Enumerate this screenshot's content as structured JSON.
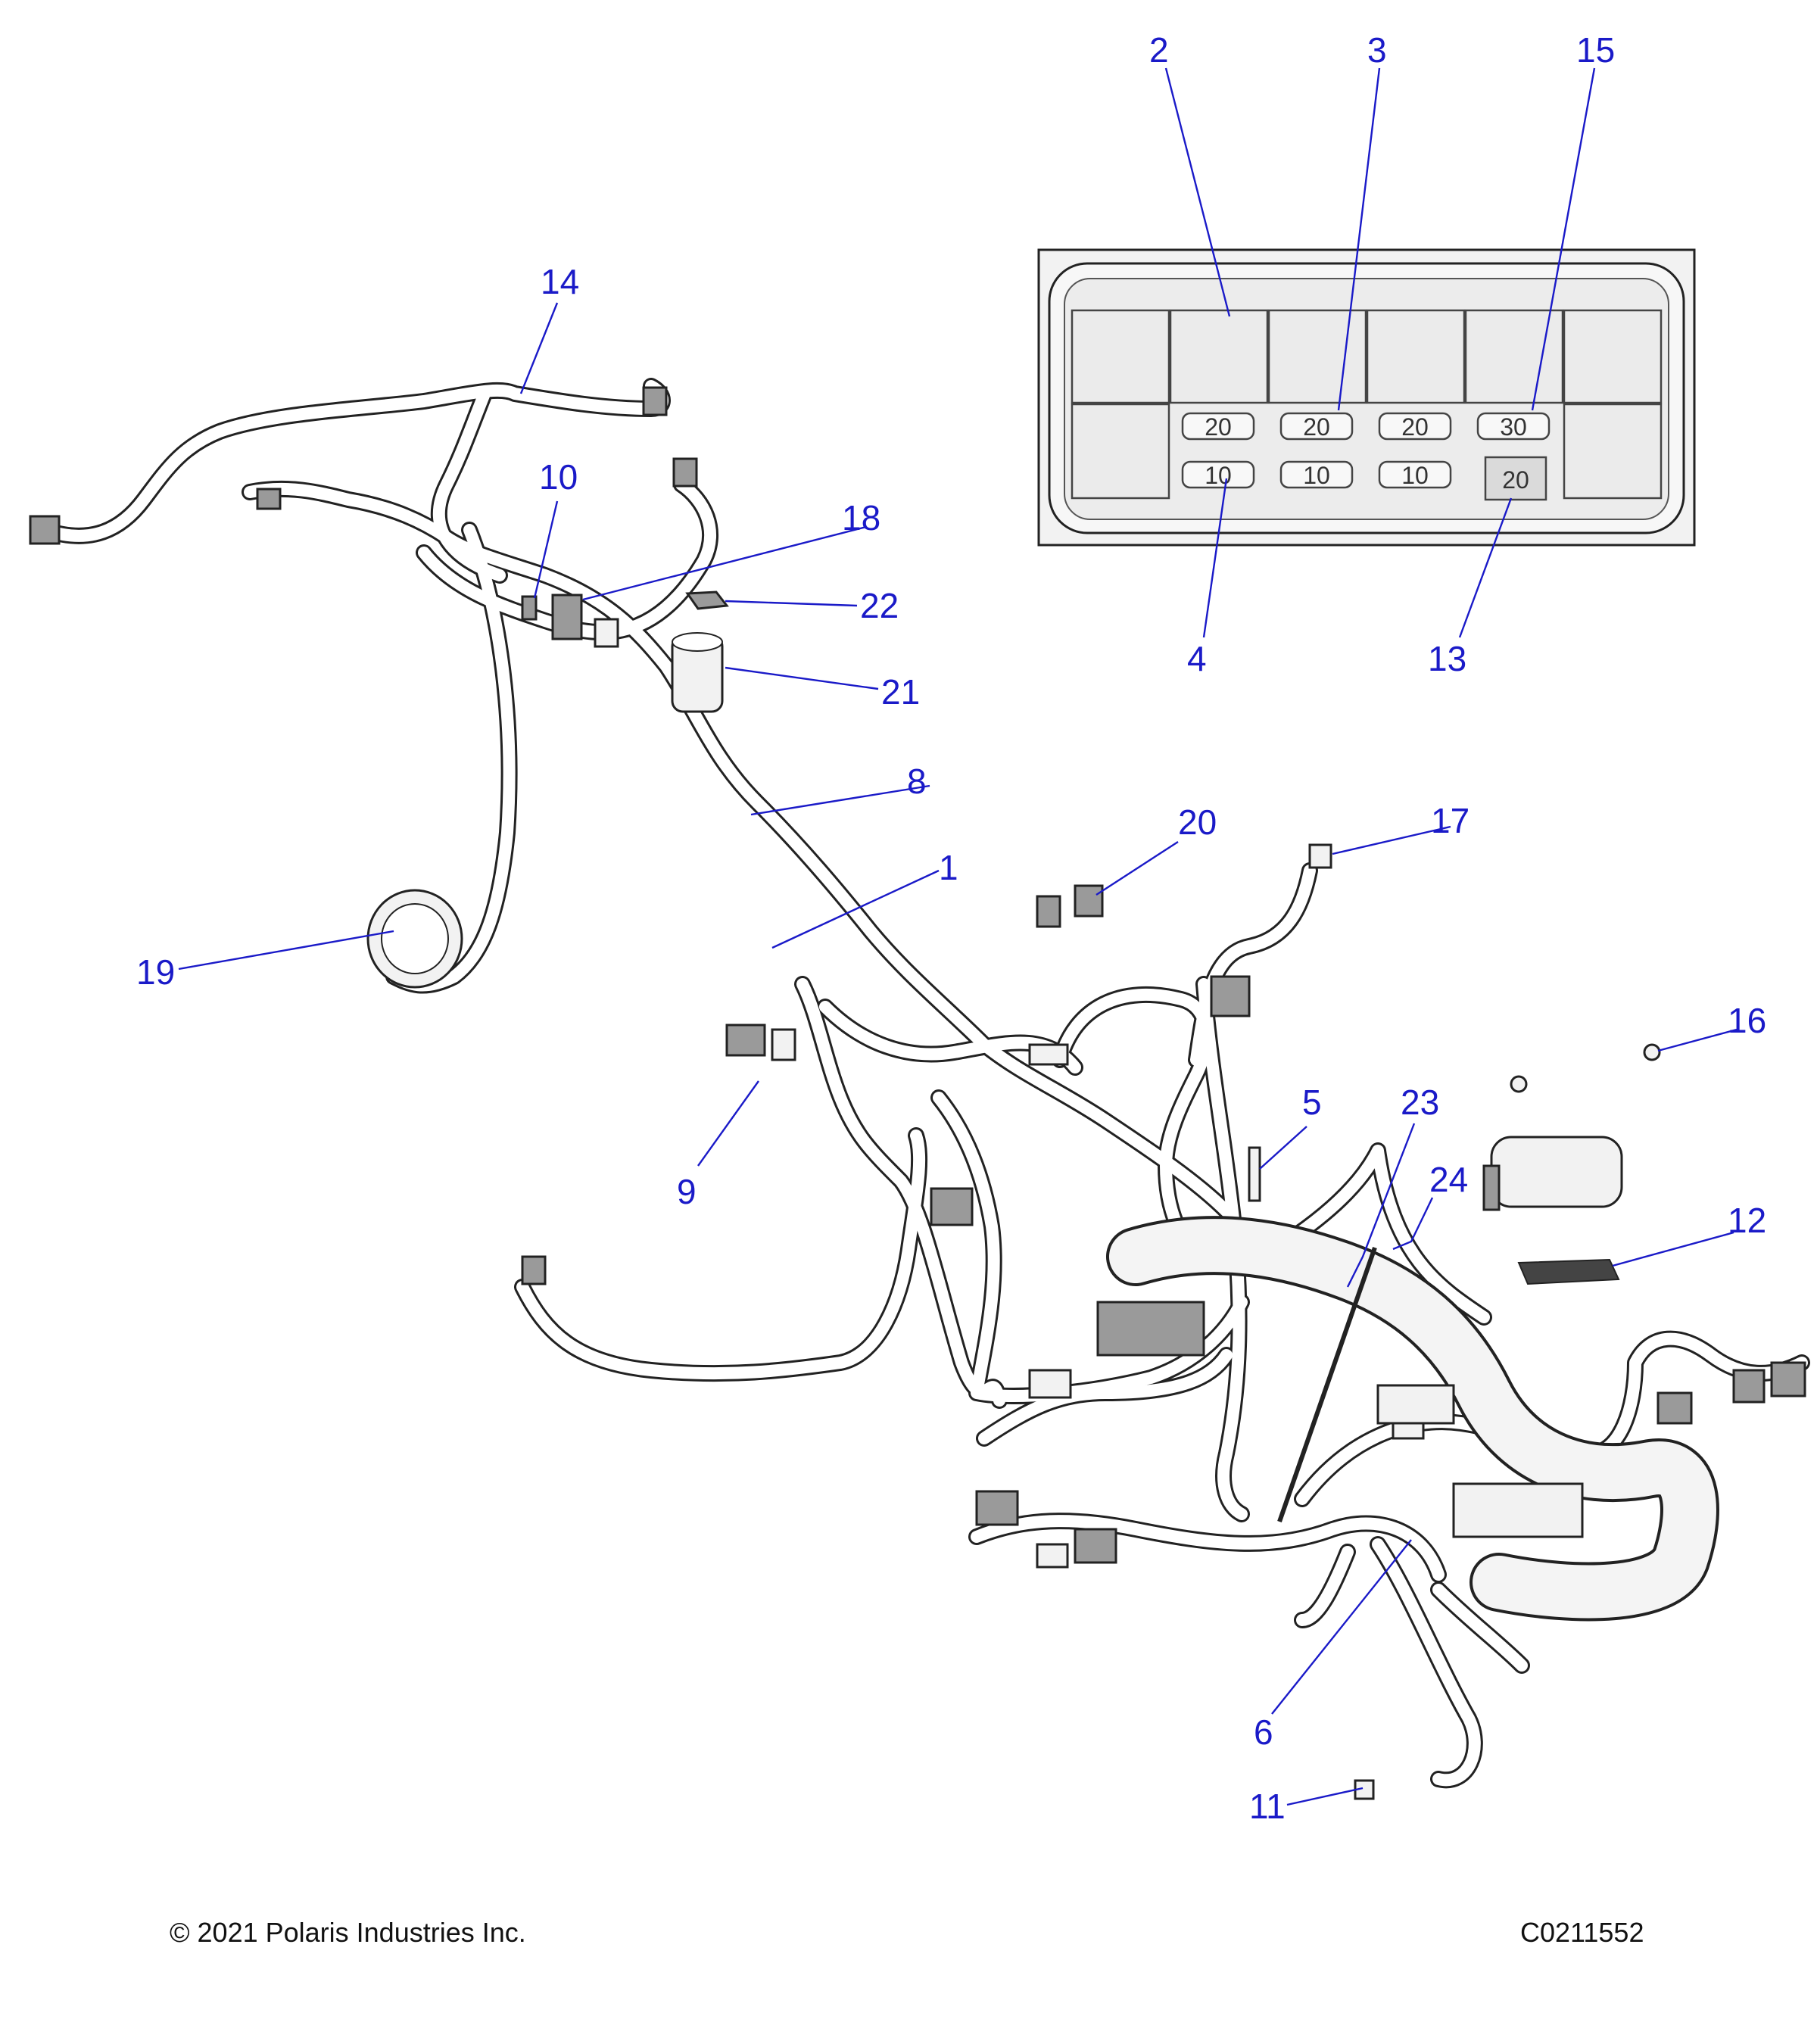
{
  "callouts": [
    "1",
    "2",
    "3",
    "4",
    "5",
    "6",
    "8",
    "9",
    "10",
    "11",
    "12",
    "13",
    "14",
    "15",
    "16",
    "17",
    "18",
    "19",
    "20",
    "21",
    "22",
    "23",
    "24"
  ],
  "fuse_box": {
    "top_row": [
      "20",
      "20",
      "20",
      "30"
    ],
    "bottom_row": [
      "10",
      "10",
      "10",
      "20"
    ]
  },
  "footer": {
    "copyright": "© 2021 Polaris Industries Inc.",
    "figure_id": "C0211552"
  },
  "colors": {
    "callout": "#1a1ac8",
    "line_art": "#222222"
  }
}
